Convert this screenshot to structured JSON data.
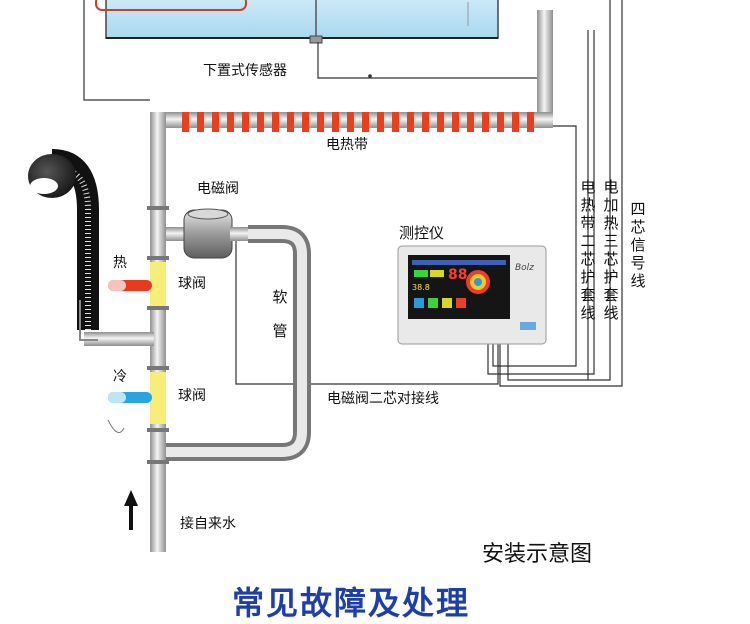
{
  "labels": {
    "sensor": "下置式传感器",
    "heating_tape": "电热带",
    "solenoid_valve": "电磁阀",
    "controller": "测控仪",
    "hot": "热",
    "cold": "冷",
    "ball_valve_1": "球阀",
    "ball_valve_2": "球阀",
    "hose": "软管",
    "tape_cable": "电热带二芯护套线",
    "heater_cable": "电加热三芯护套线",
    "signal_cable": "四芯信号线",
    "valve_cable": "电磁阀二芯对接线",
    "inlet": "接自来水",
    "caption": "安装示意图",
    "banner": "常见故障及处理"
  },
  "controller_display": {
    "brand": "Bolz",
    "digits": "88",
    "small_digits": "38.8"
  },
  "colors": {
    "heating_tape": "#e8401c",
    "tank": "#bfe3f5",
    "hot_indicator": "#e53b1f",
    "cold_indicator": "#2aa4e0",
    "ball_valve": "#f7ee7a",
    "banner": "#1f3fa8"
  }
}
